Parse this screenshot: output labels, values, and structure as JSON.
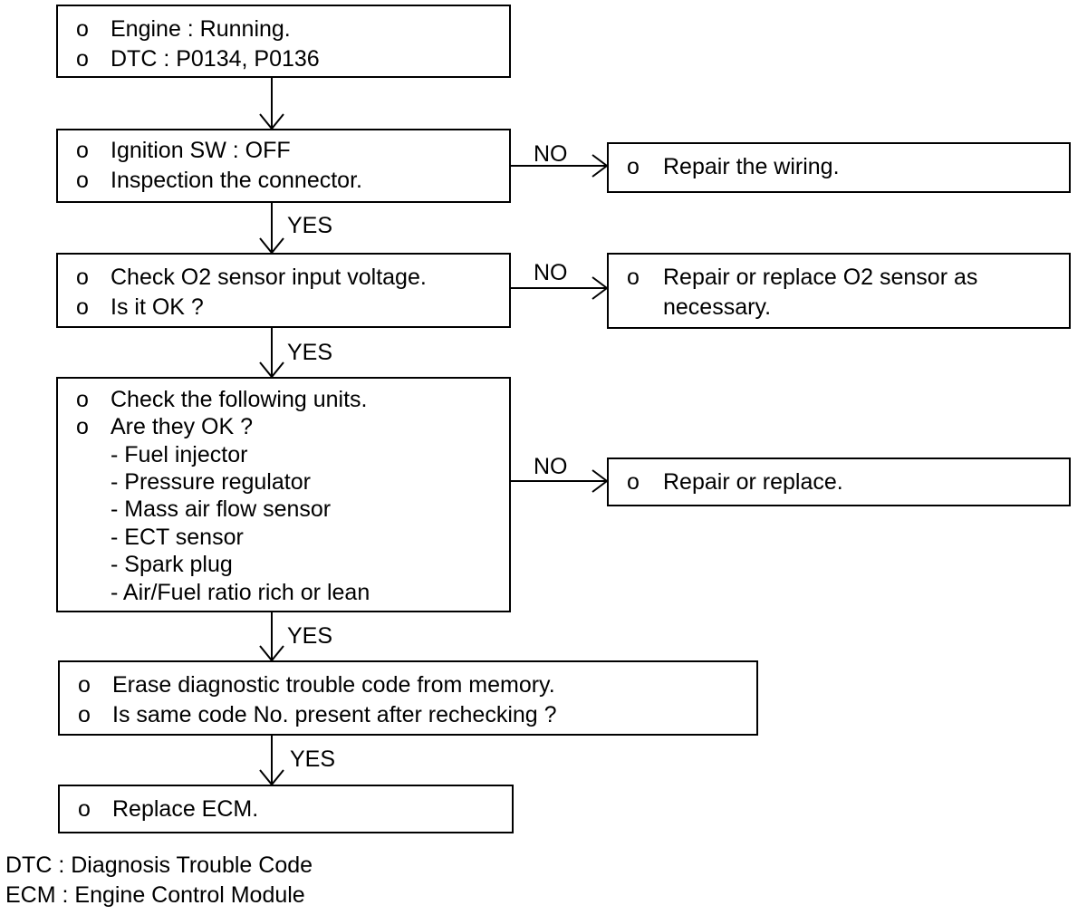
{
  "bullet": "o",
  "steps": {
    "start": {
      "line1": "Engine : Running.",
      "line2": "DTC : P0134, P0136"
    },
    "connector": {
      "line1": "Ignition SW : OFF",
      "line2": "Inspection the connector."
    },
    "o2_voltage": {
      "line1": "Check O2 sensor input voltage.",
      "line2": "Is it OK ?"
    },
    "units": {
      "line1": "Check the following units.",
      "line2": "Are they OK ?",
      "items": [
        "- Fuel injector",
        "- Pressure regulator",
        "- Mass air flow sensor",
        "- ECT sensor",
        "- Spark plug",
        "- Air/Fuel ratio rich or lean"
      ]
    },
    "erase": {
      "line1": "Erase diagnostic trouble code from memory.",
      "line2": "Is same code No. present after rechecking ?"
    },
    "replace_ecm": {
      "line1": "Replace ECM."
    }
  },
  "actions": {
    "repair_wiring": {
      "line1": "Repair the wiring."
    },
    "repair_o2": {
      "line1": "Repair or replace O2 sensor as",
      "line2": "necessary."
    },
    "repair_units": {
      "line1": "Repair or replace."
    }
  },
  "labels": {
    "yes": "YES",
    "no": "NO"
  },
  "legend": {
    "dtc": "DTC : Diagnosis Trouble Code",
    "ecm": "ECM : Engine Control Module"
  }
}
